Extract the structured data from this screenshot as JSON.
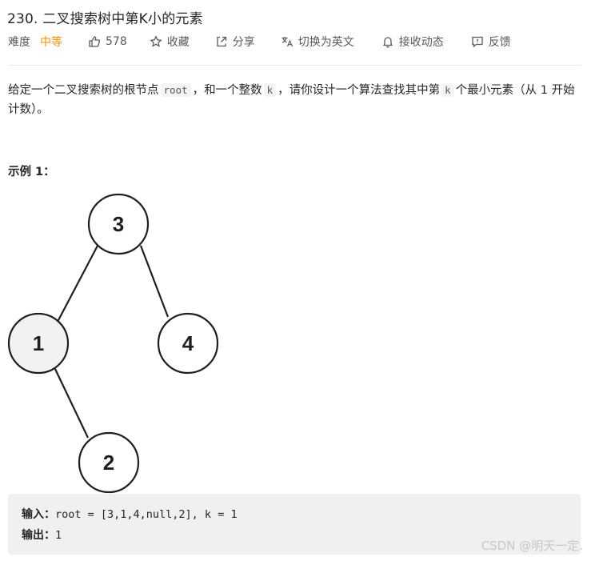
{
  "problem": {
    "title": "230. 二叉搜索树中第K小的元素"
  },
  "toolbar": {
    "difficulty_label": "难度",
    "difficulty_value": "中等",
    "like_count": "578",
    "favorite_label": "收藏",
    "share_label": "分享",
    "language_label": "切换为英文",
    "notify_label": "接收动态",
    "feedback_label": "反馈",
    "accent_color": "#ff8d00"
  },
  "description": {
    "part1": "给定一个二叉搜索树的根节点",
    "code_root": "root",
    "part2": "，和一个整数",
    "code_k": "k",
    "part3": "，请你设计一个算法查找其中第",
    "code_k2": "k",
    "part4": "个最小元素（从 1 开始计数）。"
  },
  "example": {
    "heading": "示例 1：",
    "tree_nodes": [
      {
        "label": "3",
        "highlighted": false
      },
      {
        "label": "1",
        "highlighted": true
      },
      {
        "label": "4",
        "highlighted": false
      },
      {
        "label": "2",
        "highlighted": false
      }
    ],
    "input_label": "输入：",
    "input_value": "root = [3,1,4,null,2], k = 1",
    "output_label": "输出：",
    "output_value": "1"
  },
  "watermark": "CSDN @明天一定."
}
